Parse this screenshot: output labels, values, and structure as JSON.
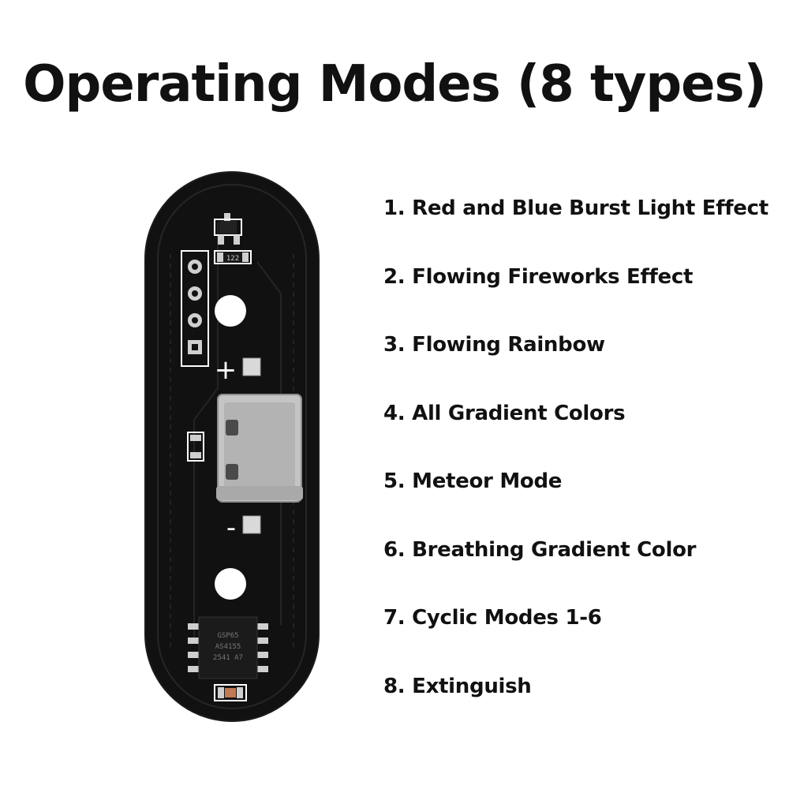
{
  "title": "Operating Modes (8 types)",
  "board": {
    "plus_label": "+",
    "minus_label": "-",
    "resistor_code": "122",
    "ic_marking_lines": [
      "GSP65",
      "AS4155",
      "2541 A7"
    ],
    "colors": {
      "pcb": "#111111",
      "usb_metal": "#c4c4c4",
      "pad": "#d9d9d9",
      "silkscreen": "#ffffff"
    }
  },
  "modes": [
    {
      "label": "1. Red and Blue Burst Light Effect"
    },
    {
      "label": "2. Flowing Fireworks Effect"
    },
    {
      "label": "3. Flowing Rainbow"
    },
    {
      "label": "4. All Gradient Colors"
    },
    {
      "label": "5. Meteor Mode"
    },
    {
      "label": "6. Breathing Gradient Color"
    },
    {
      "label": "7. Cyclic Modes 1-6"
    },
    {
      "label": "8. Extinguish"
    }
  ]
}
